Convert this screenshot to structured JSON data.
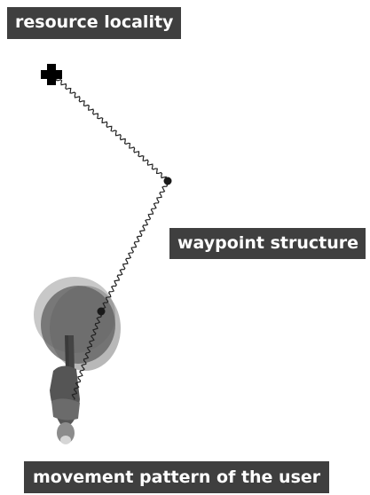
{
  "labels": {
    "resource_locality": "resource locality",
    "waypoint_structure": "waypoint structure",
    "movement_pattern": "movement pattern of the user"
  },
  "colors": {
    "label_background": "#3f3f3f",
    "label_text": "#ffffff",
    "path_line": "#222222",
    "waypoint_dot": "#1a1a1a",
    "resource_marker": "#000000",
    "uncertainty_disc": "#5a5a5a",
    "user_figure": "#4a4a4a"
  },
  "icons": {
    "resource": "cross-icon",
    "waypoint": "dot-icon",
    "user": "walking-person-icon"
  }
}
